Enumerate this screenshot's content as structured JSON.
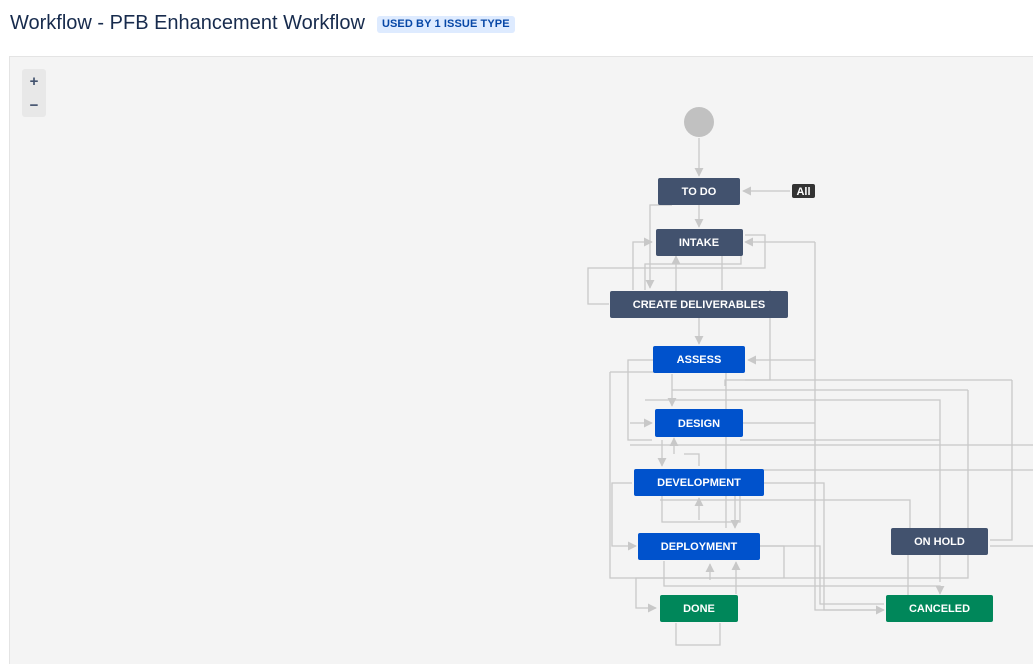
{
  "header": {
    "title": "Workflow - PFB Enhancement Workflow",
    "used_by": "USED BY 1 ISSUE TYPE"
  },
  "zoom": {
    "plus": "+",
    "minus": "−"
  },
  "colors": {
    "todo_gray": "#42526e",
    "in_progress_blue": "#0052cc",
    "done_green": "#00875a",
    "start_circle": "#c1c1c1",
    "connector": "#c8c8c8",
    "all_badge": "#333333"
  },
  "statuses": {
    "todo": "TO DO",
    "intake": "INTAKE",
    "create_deliverables": "CREATE DELIVERABLES",
    "assess": "ASSESS",
    "design": "DESIGN",
    "development": "DEVELOPMENT",
    "deployment": "DEPLOYMENT",
    "on_hold": "ON HOLD",
    "done": "DONE",
    "canceled": "CANCELED"
  },
  "all_badge": "All"
}
